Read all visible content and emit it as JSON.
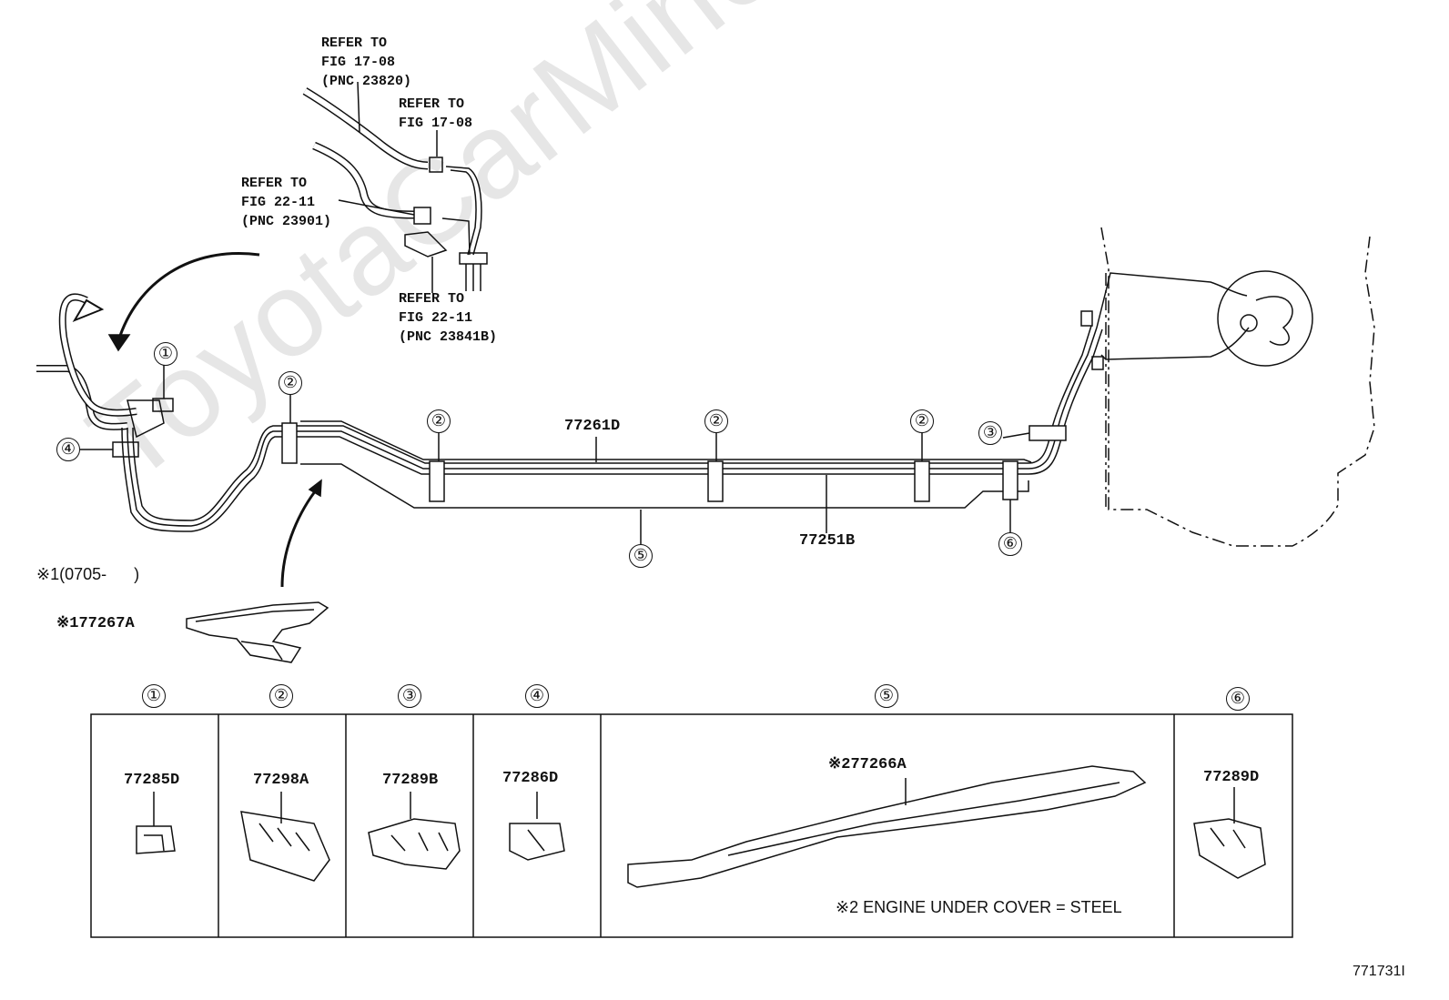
{
  "watermark": "ToyotaCarMine.ru",
  "callouts": {
    "refer_a": [
      "REFER TO",
      "FIG 17-08",
      "(PNC 23820)"
    ],
    "refer_b": [
      "REFER TO",
      "FIG 17-08"
    ],
    "refer_c": [
      "REFER TO",
      "FIG 22-11",
      "(PNC 23901)"
    ],
    "refer_d": [
      "REFER TO",
      "FIG 22-11",
      "(PNC 23841B)"
    ]
  },
  "part_numbers": {
    "tube_upper": "77261D",
    "tube_lower": "77251B",
    "protector_note": "※1(0705-      )",
    "protector": "※177267A"
  },
  "position_markers": {
    "m1": "①",
    "m2": "②",
    "m3": "③",
    "m4": "④",
    "m5": "⑤",
    "m6": "⑥"
  },
  "legend": {
    "columns": [
      {
        "marker": "①",
        "part": "77285D"
      },
      {
        "marker": "②",
        "part": "77298A"
      },
      {
        "marker": "③",
        "part": "77289B"
      },
      {
        "marker": "④",
        "part": "77286D"
      },
      {
        "marker": "⑤",
        "part": "※277266A"
      },
      {
        "marker": "⑥",
        "part": "77289D"
      }
    ],
    "note": "※2 ENGINE UNDER COVER = STEEL"
  },
  "figure_id": "771731I"
}
